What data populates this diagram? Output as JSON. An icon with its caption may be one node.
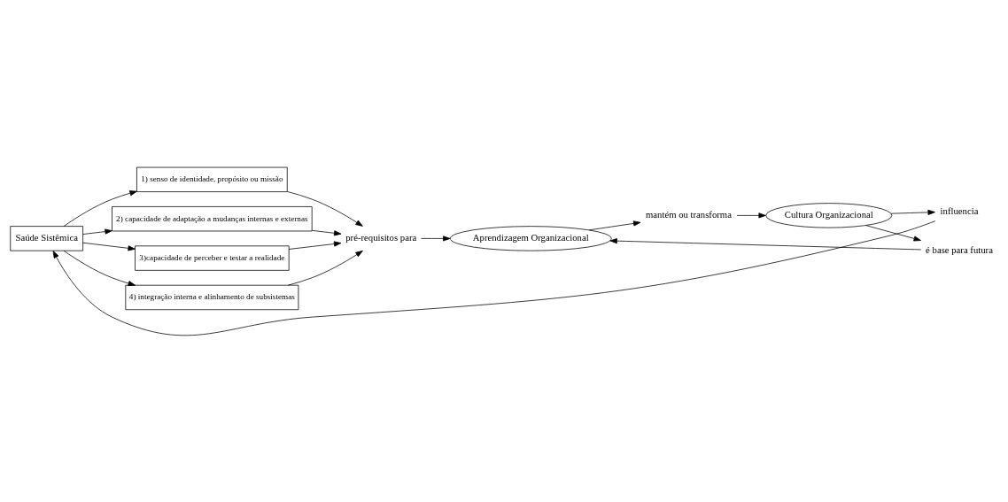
{
  "diagram": {
    "nodes": [
      {
        "text": [
          "Saúde Sistêmica"
        ]
      },
      {
        "text": [
          "1) senso de identidade, propósito ou missão"
        ]
      },
      {
        "text": [
          "2) capacidade de adaptação a mudanças internas e externas"
        ]
      },
      {
        "text": [
          "3)capacidade de perceber e testar a realidade"
        ]
      },
      {
        "text": [
          "4) integração interna e alinhamento de subsistemas"
        ]
      },
      {
        "text": [
          "pré-requisitos para"
        ]
      },
      {
        "text": [
          "Aprendizagem Organizacional"
        ]
      },
      {
        "text": [
          "mantém ou transforma"
        ]
      },
      {
        "text": [
          "Cultura Organizacional"
        ]
      },
      {
        "text": [
          "é base para futura"
        ]
      },
      {
        "text": [
          "influencia"
        ]
      }
    ],
    "edges": [
      {
        "from": 0,
        "to": 1,
        "arrow": "to"
      },
      {
        "from": 0,
        "to": 2,
        "arrow": "to"
      },
      {
        "from": 0,
        "to": 3,
        "arrow": "to"
      },
      {
        "from": 0,
        "to": 4,
        "arrow": "to"
      },
      {
        "from": 1,
        "to": 5,
        "arrow": "to"
      },
      {
        "from": 2,
        "to": 5,
        "arrow": "to"
      },
      {
        "from": 3,
        "to": 5,
        "arrow": "to"
      },
      {
        "from": 4,
        "to": 5,
        "arrow": "to"
      },
      {
        "from": 5,
        "to": 6,
        "arrow": "to"
      },
      {
        "from": 6,
        "to": 7,
        "arrow": "to"
      },
      {
        "from": 7,
        "to": 8,
        "arrow": "to"
      },
      {
        "from": 8,
        "to": 9,
        "arrow": "to"
      },
      {
        "from": 9,
        "to": 6,
        "arrow": "to"
      },
      {
        "from": 8,
        "to": 10,
        "arrow": "to"
      },
      {
        "from": 10,
        "to": 0,
        "arrow": "to"
      }
    ]
  }
}
